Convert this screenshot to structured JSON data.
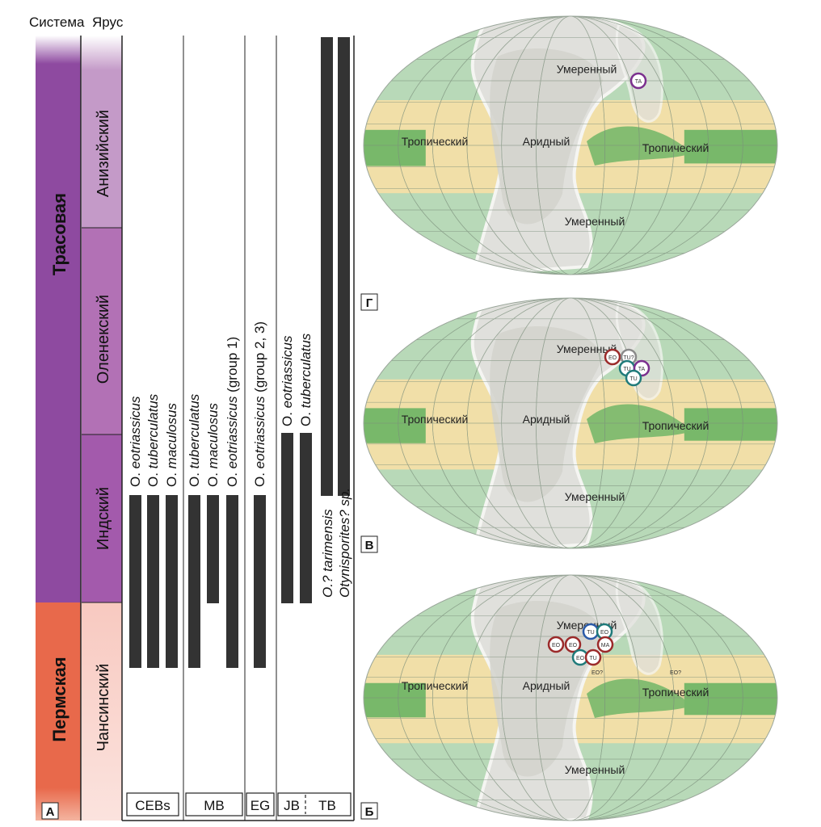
{
  "headers": {
    "system": "Система",
    "stage": "Ярус"
  },
  "systems": [
    {
      "label": "Трасовая",
      "color": "#8e4aa0"
    },
    {
      "label": "Пермская",
      "color": "#e8694b"
    }
  ],
  "stages": [
    {
      "label": "Анизийский",
      "color": "#c49ac8"
    },
    {
      "label": "Оленекский",
      "color": "#b271b5"
    },
    {
      "label": "Индский",
      "color": "#a35aac"
    },
    {
      "label": "Чансинский",
      "color": "#f8c9c0"
    }
  ],
  "columns": [
    {
      "label": "CEBs"
    },
    {
      "label": "MB"
    },
    {
      "label": "EG"
    },
    {
      "label": "JB"
    },
    {
      "label": "TB"
    }
  ],
  "taxa": [
    {
      "genus": "O.",
      "species": "eotriassicus",
      "note": ""
    },
    {
      "genus": "O.",
      "species": "tuberculatus",
      "note": ""
    },
    {
      "genus": "O.",
      "species": "maculosus",
      "note": ""
    },
    {
      "genus": "O.",
      "species": "tuberculatus",
      "note": ""
    },
    {
      "genus": "O.",
      "species": "maculosus",
      "note": ""
    },
    {
      "genus": "O.",
      "species": "eotriassicus",
      "note": "(group 1)"
    },
    {
      "genus": "O.",
      "species": "eotriassicus",
      "note": "(group 2, 3)"
    },
    {
      "genus": "O.",
      "species": "eotriassicus",
      "note": ""
    },
    {
      "genus": "O.",
      "species": "tuberculatus",
      "note": ""
    },
    {
      "genus": "O.?",
      "species": "tarimensis",
      "note": ""
    },
    {
      "genus": "Otynisporites?",
      "species": "sp.",
      "note": ""
    }
  ],
  "panel_letters": {
    "a": "А",
    "b": "Б",
    "v": "В",
    "g": "Г"
  },
  "climate_zones": {
    "temperate": "Умеренный",
    "tropical": "Тропический",
    "arid": "Аридный"
  },
  "map_colors": {
    "ocean": "#cfe5cf",
    "temperate": "#b8d9b8",
    "tropical_band": "#f1dfa8",
    "tropical_wet": "#78b86a",
    "land": "#e0e0dc",
    "arid": "#d2d2cc"
  },
  "markers": {
    "g": [
      {
        "code": "TA",
        "color": "#7b2f8e"
      }
    ],
    "v": [
      {
        "code": "EO",
        "color": "#9b2a2a"
      },
      {
        "code": "TU?",
        "color": "#8a8a8a"
      },
      {
        "code": "TU",
        "color": "#1f7a7a"
      },
      {
        "code": "TA",
        "color": "#7b2f8e"
      },
      {
        "code": "TU",
        "color": "#1f7a7a"
      }
    ],
    "b": [
      {
        "code": "TU",
        "color": "#2a5aa8"
      },
      {
        "code": "EO",
        "color": "#1f7a7a"
      },
      {
        "code": "EO",
        "color": "#9b2a2a"
      },
      {
        "code": "EO",
        "color": "#9b2a2a"
      },
      {
        "code": "MA",
        "color": "#9b2a2a"
      },
      {
        "code": "EO",
        "color": "#1f7a7a"
      },
      {
        "code": "TU",
        "color": "#9b2a2a"
      },
      {
        "code": "EO?",
        "color": "#8a8a8a"
      },
      {
        "code": "EO?",
        "color": "#8a8a8a"
      }
    ]
  }
}
